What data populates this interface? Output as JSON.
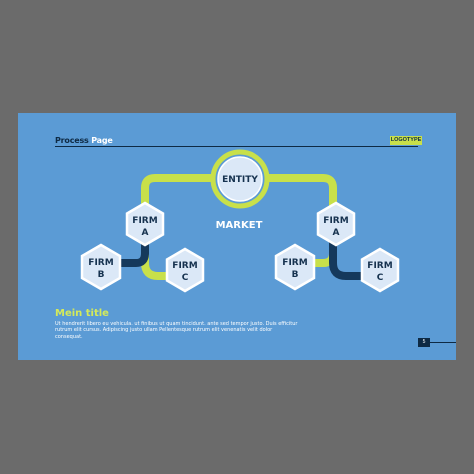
{
  "header": {
    "title_part1": "Process",
    "title_part2": "Page",
    "logo": "LOGOTYPE"
  },
  "diagram": {
    "entity": "ENTITY",
    "market": "MARKET",
    "left": {
      "firm_a": [
        "FIRM",
        "A"
      ],
      "firm_b": [
        "FIRM",
        "B"
      ],
      "firm_c": [
        "FIRM",
        "C"
      ]
    },
    "right": {
      "firm_a": [
        "FIRM",
        "A"
      ],
      "firm_b": [
        "FIRM",
        "B"
      ],
      "firm_c": [
        "FIRM",
        "C"
      ]
    },
    "colors": {
      "connector_green": "#c8e04a",
      "connector_navy": "#15395c",
      "node_fill": "#dbe8f7",
      "node_stroke": "#ffffff",
      "text": "#16324f"
    }
  },
  "content": {
    "title": "Mein title",
    "body": "Ut hendrerit libero eu vehicula. ut finibus ut quam tincidunt. ante sed tempor justo. Duis efficitur rutrum elit cursus. Adipiscing justo ullam Pellentesque rutrum elit venenatis velit dolor consequat."
  },
  "footer": {
    "page_number": "5"
  }
}
